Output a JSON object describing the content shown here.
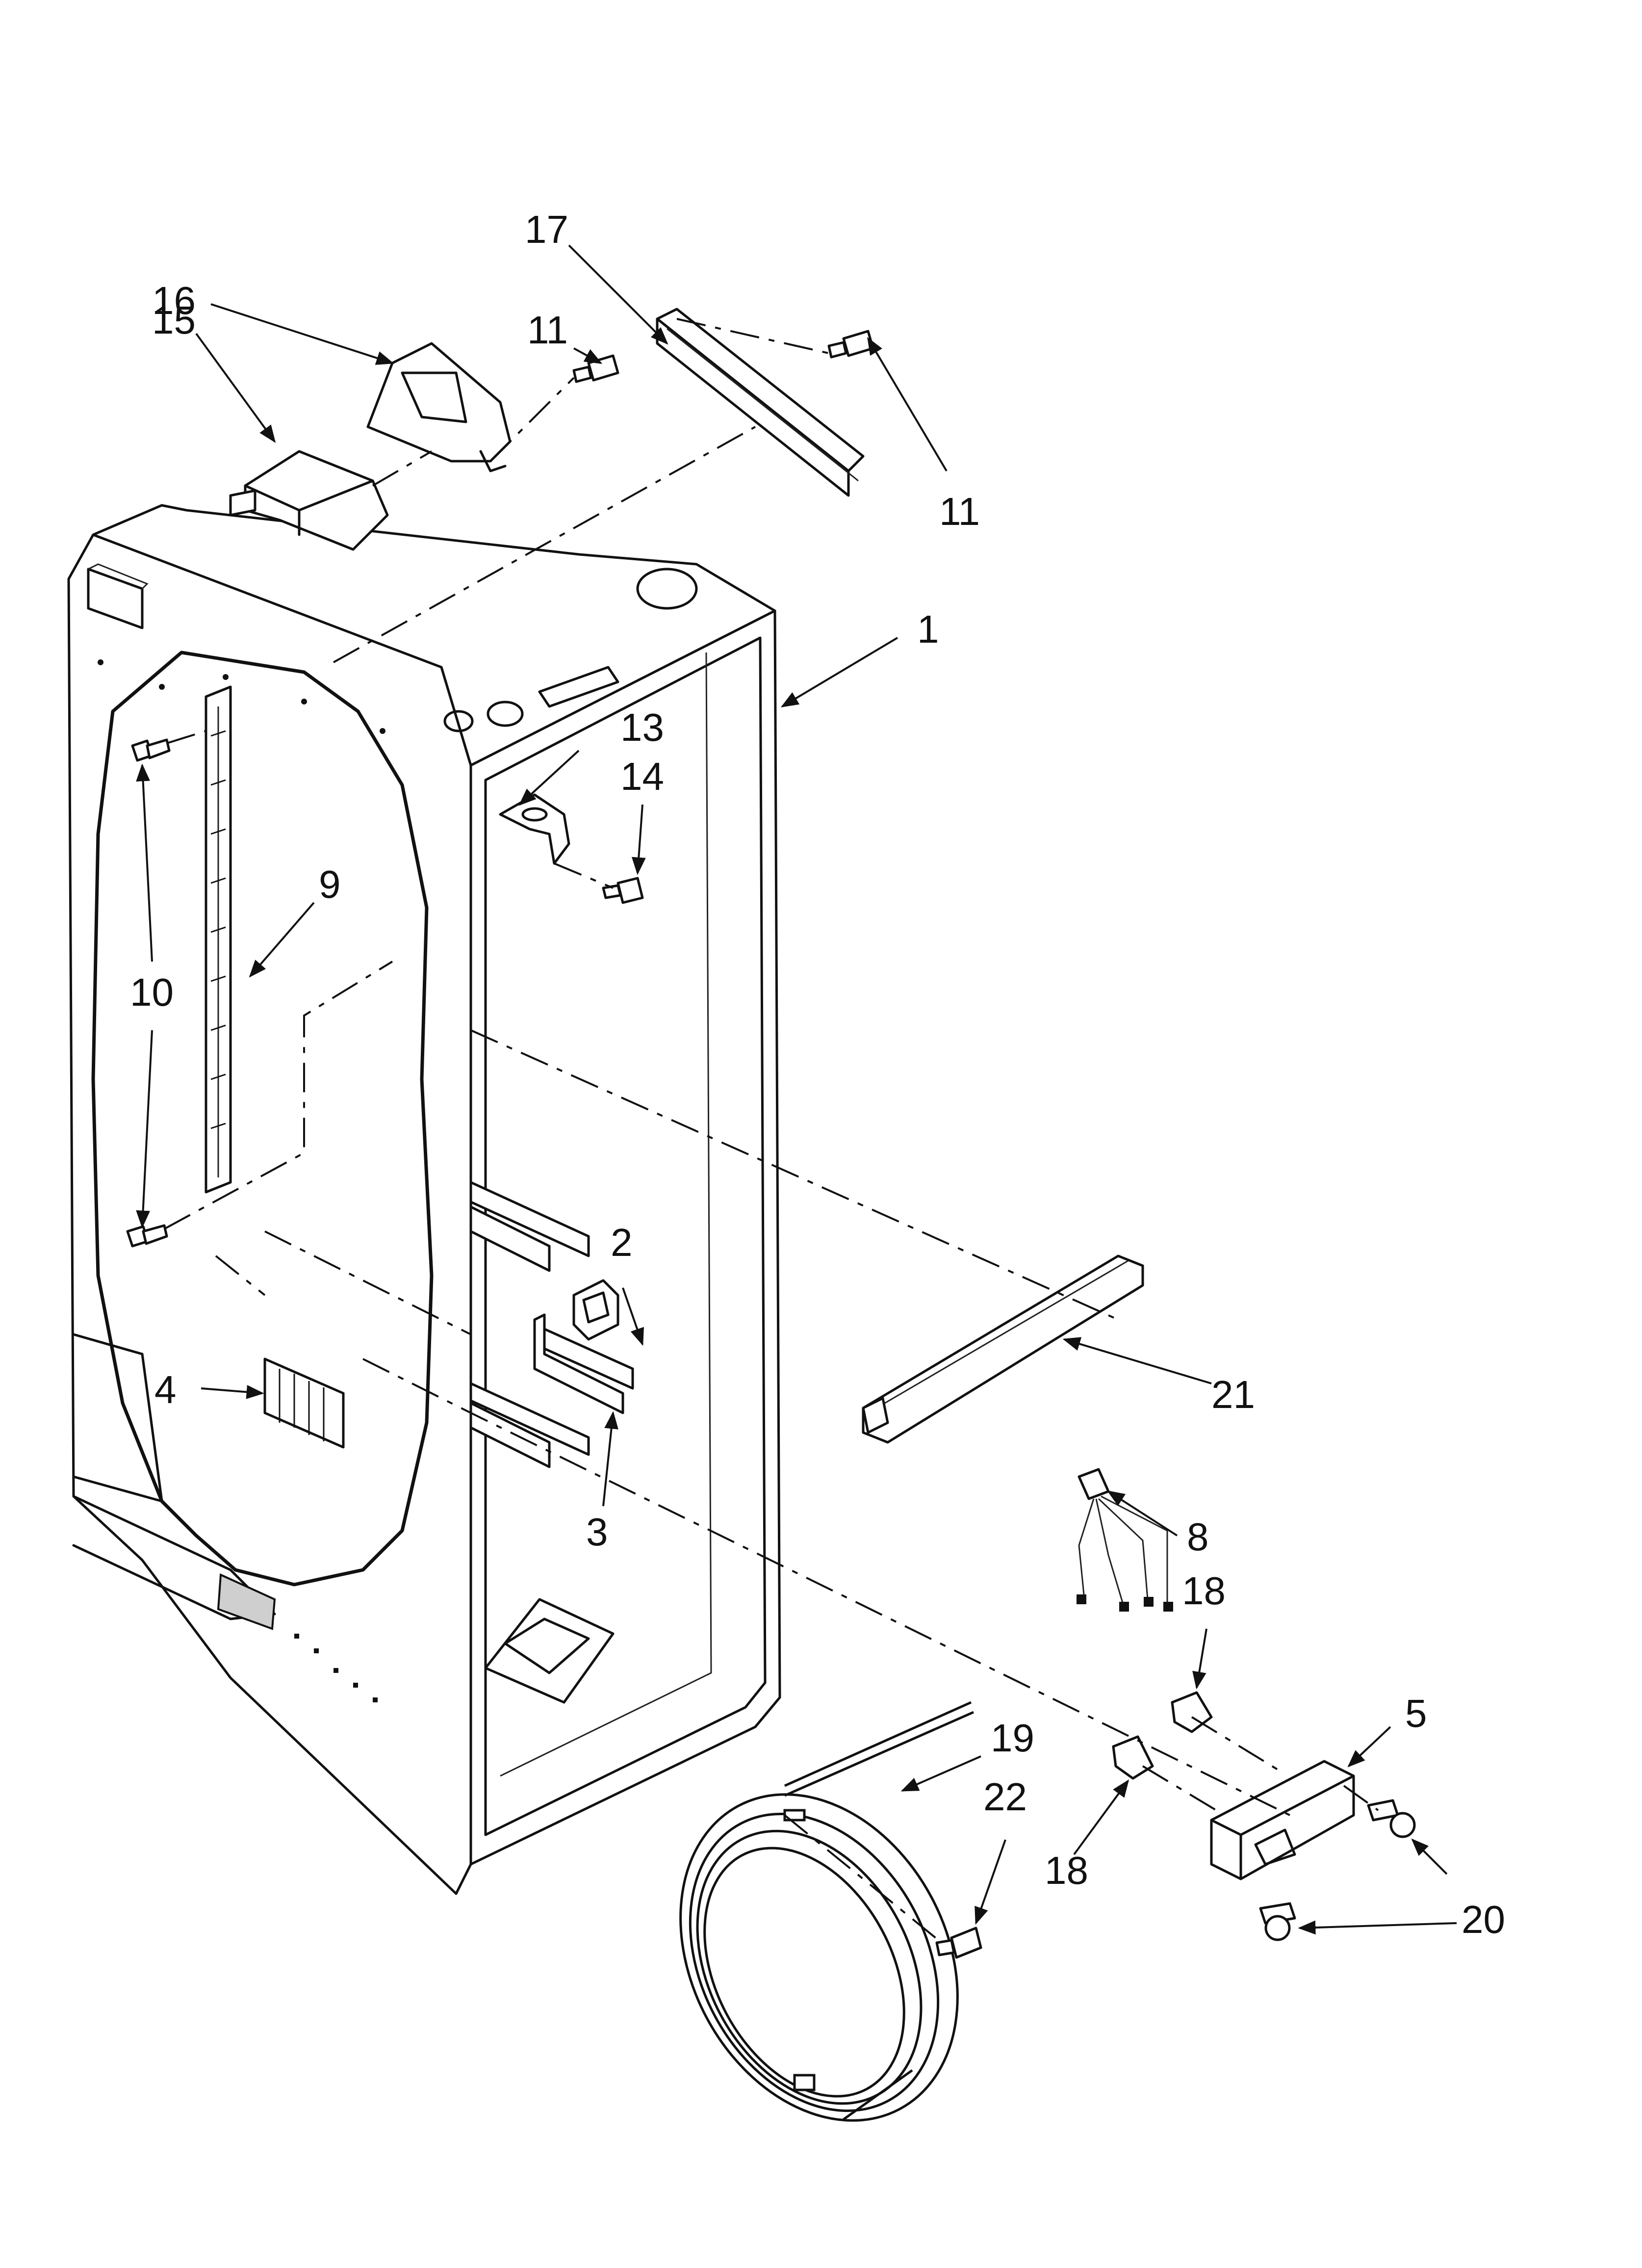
{
  "diagram": {
    "callouts": [
      {
        "id": "c1",
        "label": "1"
      },
      {
        "id": "c2",
        "label": "2"
      },
      {
        "id": "c3",
        "label": "3"
      },
      {
        "id": "c4",
        "label": "4"
      },
      {
        "id": "c5",
        "label": "5"
      },
      {
        "id": "c8",
        "label": "8"
      },
      {
        "id": "c9",
        "label": "9"
      },
      {
        "id": "c10",
        "label": "10"
      },
      {
        "id": "c11a",
        "label": "11"
      },
      {
        "id": "c11b",
        "label": "11"
      },
      {
        "id": "c13",
        "label": "13"
      },
      {
        "id": "c14",
        "label": "14"
      },
      {
        "id": "c15",
        "label": "15"
      },
      {
        "id": "c16",
        "label": "16"
      },
      {
        "id": "c17",
        "label": "17"
      },
      {
        "id": "c18a",
        "label": "18"
      },
      {
        "id": "c18b",
        "label": "18"
      },
      {
        "id": "c19",
        "label": "19"
      },
      {
        "id": "c20",
        "label": "20"
      },
      {
        "id": "c21",
        "label": "21"
      },
      {
        "id": "c22",
        "label": "22"
      }
    ]
  }
}
